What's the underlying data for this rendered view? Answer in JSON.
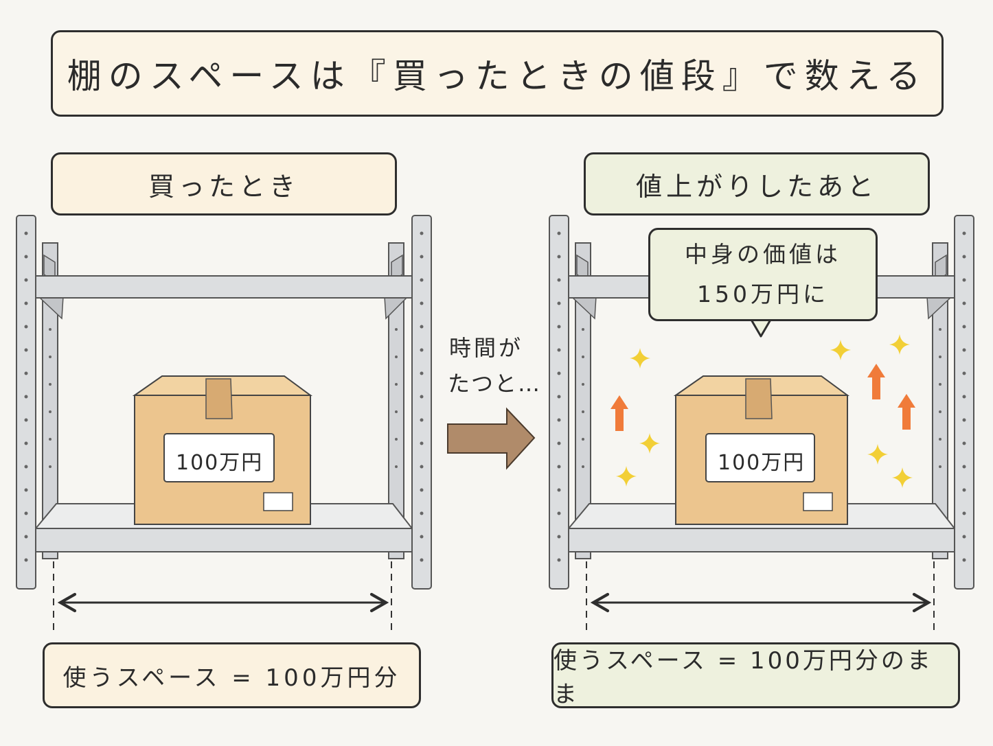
{
  "title": "棚のスペースは『買ったときの値段』で数える",
  "left_panel": {
    "label": "買ったとき",
    "box_price": "100万円",
    "caption": "使うスペース = 100万円分"
  },
  "transition": {
    "line1": "時間が",
    "line2": "たつと…"
  },
  "right_panel": {
    "label": "値上がりしたあと",
    "bubble_line1": "中身の価値は",
    "bubble_line2": "150万円に",
    "box_price": "100万円",
    "caption": "使うスペース = 100万円分のまま"
  },
  "colors": {
    "shelf_metal": "#d9dbdd",
    "cardboard": "#ecc58e",
    "arrow_main": "#b08b6a",
    "arrow_up": "#f07b3a",
    "sparkle": "#f2cf36",
    "beige_label": "#fbf2e0",
    "green_label": "#eef1de"
  },
  "icons": [
    "right-arrow-icon",
    "up-arrow-icon",
    "sparkle-icon",
    "double-headed-arrow-icon"
  ]
}
